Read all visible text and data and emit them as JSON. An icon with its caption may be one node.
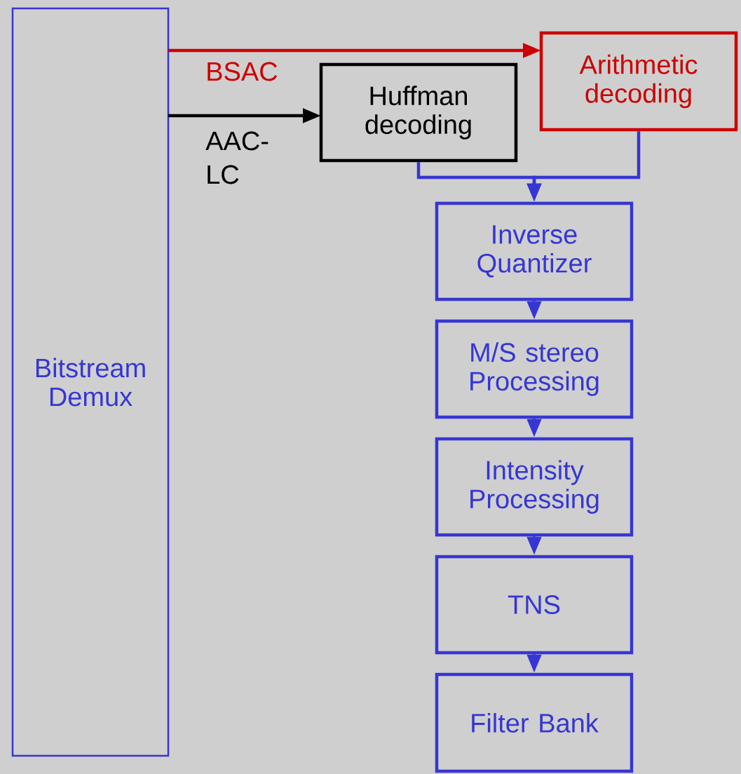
{
  "diagram": {
    "nodes": [
      {
        "text": [
          "Bitstream Demux"
        ]
      },
      {
        "text": [
          "Huffman decoding"
        ]
      },
      {
        "text": [
          "Arithmetic decoding"
        ]
      },
      {
        "text": [
          "Inverse Quantizer"
        ]
      },
      {
        "text": [
          "M/S stereo Processing"
        ]
      },
      {
        "text": [
          "Intensity Processing"
        ]
      },
      {
        "text": [
          "TNS"
        ]
      },
      {
        "text": [
          "Filter Bank"
        ]
      }
    ],
    "edges": [
      {
        "from": 0,
        "to": 2,
        "arrow": "to",
        "label": "BSAC",
        "color": "#cc0000"
      },
      {
        "from": 0,
        "to": 1,
        "arrow": "to",
        "label": "AAC-LC",
        "color": "#000000"
      },
      {
        "from": 1,
        "to": 3,
        "arrow": "to"
      },
      {
        "from": 2,
        "to": 3,
        "arrow": "to"
      },
      {
        "from": 3,
        "to": 4,
        "arrow": "to"
      },
      {
        "from": 4,
        "to": 5,
        "arrow": "to"
      },
      {
        "from": 5,
        "to": 6,
        "arrow": "to"
      },
      {
        "from": 6,
        "to": 7,
        "arrow": "to"
      }
    ]
  }
}
